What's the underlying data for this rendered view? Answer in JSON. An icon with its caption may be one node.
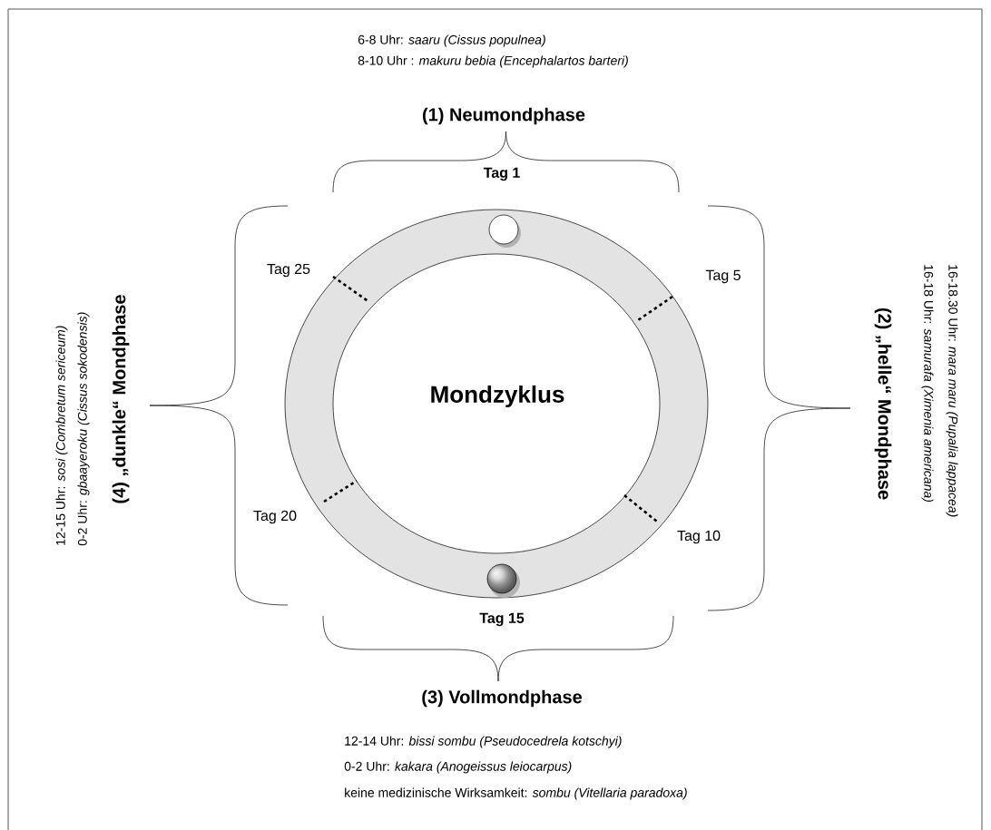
{
  "diagram": {
    "nodes": [
      {
        "text": [
          "Mondzyklus"
        ]
      }
    ],
    "labels": [
      "6-8 Uhr: *saaru (Cissus populnea)*",
      "8-10 Uhr : *makuru bebia (Encephalartos barteri)*",
      "(1) Neumondphase",
      "Tag 1",
      "Tag 25",
      "Tag 5",
      "12-15 Uhr: *sosi (Combretum sericeum)*",
      "0-2 Uhr: *gbaayeroku (Cissus sokodensis)*",
      "(4) „dunkle“ Mondphase",
      "(2) „helle“ Mondphase",
      "16-18 Uhr: *samurafa (Ximenia americana)*",
      "16-18.30 Uhr: *mara maru (Pupalia lappacea)*",
      "Tag 20",
      "Tag 10",
      "Tag 15",
      "(3) Vollmondphase",
      "12-14 Uhr: *bissi sombu (Pseudocedrela kotschyi)*",
      "0-2 Uhr: *kakara (Anogeissus leiocarpus)*",
      "keine medizinische Wirksamkeit: *sombu (Vitellaria paradoxa)*"
    ]
  }
}
